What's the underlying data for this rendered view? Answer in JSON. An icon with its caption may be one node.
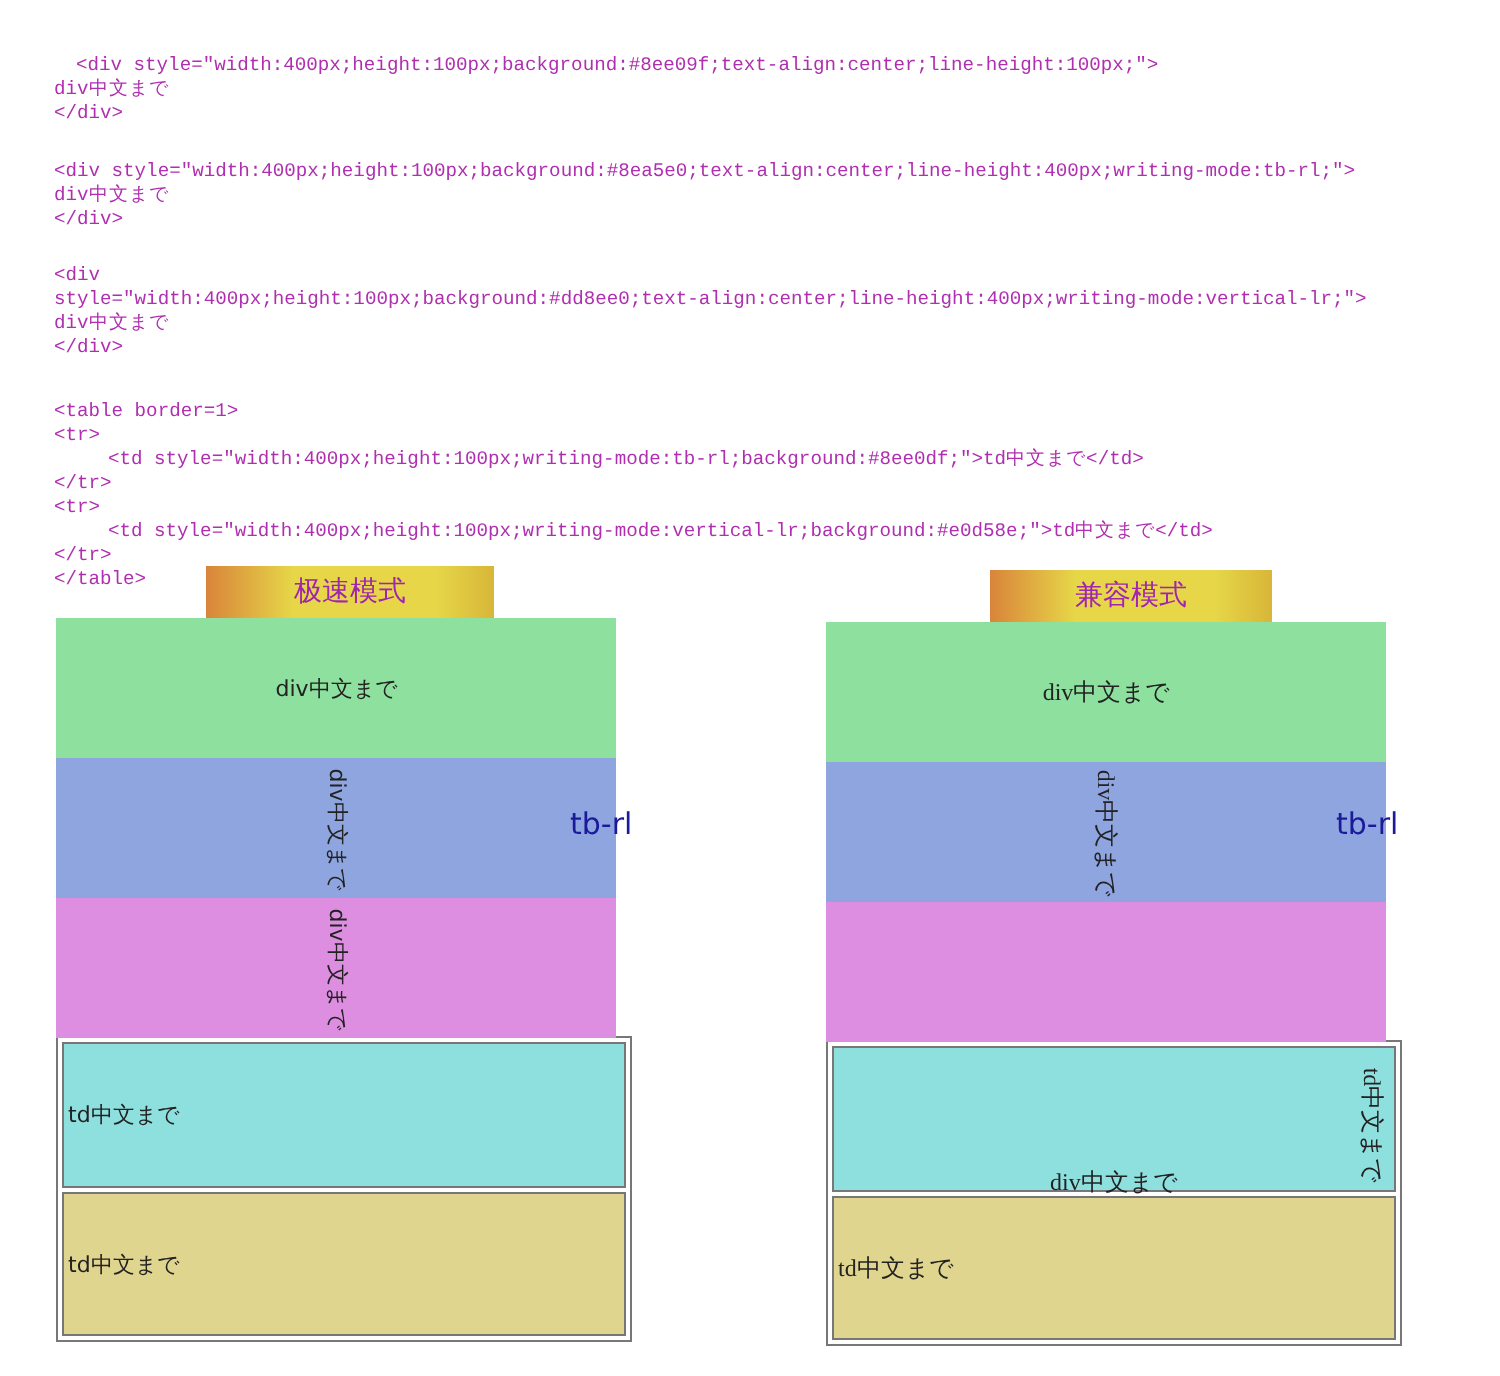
{
  "diagram": {
    "nodes": [
      {
        "text": [
          "极速模式"
        ]
      },
      {
        "text": [
          "div中文まで"
        ]
      },
      {
        "text": [
          "div中文まで"
        ]
      },
      {
        "text": [
          "div中文まで"
        ]
      },
      {
        "text": [
          "td中文まで"
        ]
      },
      {
        "text": [
          "td中文まで"
        ]
      },
      {
        "text": [
          "兼容模式"
        ]
      },
      {
        "text": [
          "div中文まで"
        ]
      },
      {
        "text": [
          "div中文まで"
        ]
      },
      {
        "text": [],
        "shape": "box"
      },
      {
        "text": [
          "td中文まで",
          "div中文まで"
        ]
      },
      {
        "text": [
          "td中文まで"
        ]
      }
    ],
    "labels": [
      "<div style=\"width:400px;height:100px;background:#8ee09f;text-align:center;line-height:100px;\">",
      "div中文まで",
      "</div>",
      "<div style=\"width:400px;height:100px;background:#8ea5e0;text-align:center;line-height:400px;writing-mode:tb-rl;\">",
      "div中文まで",
      "</div>",
      "<div",
      "style=\"width:400px;height:100px;background:#dd8ee0;text-align:center;line-height:400px;writing-mode:vertical-lr;\">",
      "div中文まで",
      "</div>",
      "<table border=1>",
      "<tr>",
      "<td style=\"width:400px;height:100px;writing-mode:tb-rl;background:#8ee0df;\">td中文まで</td>",
      "</tr>",
      "<tr>",
      "<td style=\"width:400px;height:100px;writing-mode:vertical-lr;background:#e0d58e;\">td中文まで</td>",
      "</tr>",
      "</table>",
      "tb-rl",
      "tb-rl"
    ]
  }
}
